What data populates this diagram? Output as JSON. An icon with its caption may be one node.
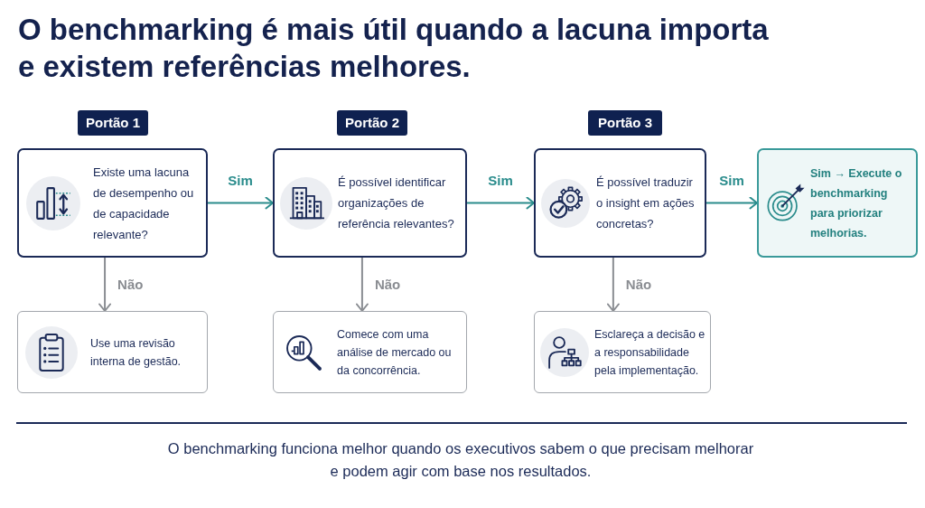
{
  "diagram": {
    "title": "O benchmarking é mais útil quando a lacuna importa e existem referências melhores.",
    "nodes": [
      {
        "text": [
          "Portão 1"
        ]
      },
      {
        "text": [
          "Existe uma lacuna de desempenho ou de capacidade relevante?"
        ]
      },
      {
        "text": [
          "Portão 2"
        ]
      },
      {
        "text": [
          "É possível identificar organizações de referência relevantes?"
        ]
      },
      {
        "text": [
          "Portão 3"
        ]
      },
      {
        "text": [
          "É possível traduzir o insight em ações concretas?"
        ]
      },
      {
        "text": [
          "Sim → Execute o benchmarking para priorizar melhorias."
        ]
      },
      {
        "text": [
          "Use uma revisão interna de gestão."
        ]
      },
      {
        "text": [
          "Comece com uma análise de mercado ou da concorrência."
        ]
      },
      {
        "text": [
          "Esclareça a decisão e a responsabilidade pela implementação."
        ]
      }
    ],
    "edges": [
      {
        "from": 1,
        "to": 3,
        "arrow": "to",
        "label": "Sim",
        "color": "#2a8c8c"
      },
      {
        "from": 3,
        "to": 5,
        "arrow": "to",
        "label": "Sim",
        "color": "#2a8c8c"
      },
      {
        "from": 5,
        "to": 6,
        "arrow": "to",
        "label": "Sim",
        "color": "#2a8c8c"
      },
      {
        "from": 1,
        "to": 7,
        "arrow": "to",
        "label": "Não",
        "color": "#8a8d92"
      },
      {
        "from": 3,
        "to": 8,
        "arrow": "to",
        "label": "Não",
        "color": "#8a8d92"
      },
      {
        "from": 5,
        "to": 9,
        "arrow": "to",
        "label": "Não",
        "color": "#8a8d92"
      }
    ],
    "caption": "O benchmarking funciona melhor quando os executivos sabem o que precisam melhorar e podem agir com base nos resultados."
  }
}
